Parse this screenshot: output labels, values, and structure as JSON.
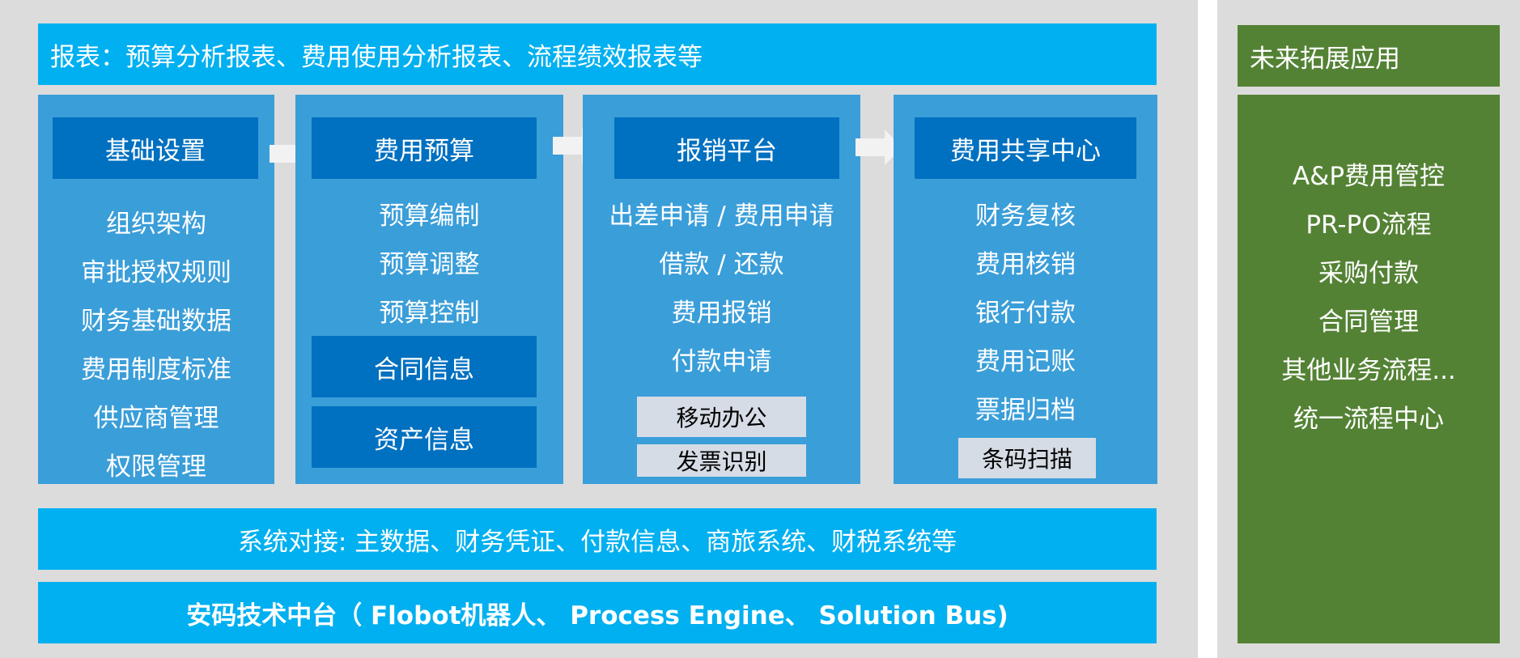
{
  "top_banner": "报表：预算分析报表、费用使用分析报表、流程绩效报表等",
  "columns": {
    "basic": {
      "header": "基础设置",
      "items": [
        "组织架构",
        "审批授权规则",
        "财务基础数据",
        "费用制度标准",
        "供应商管理",
        "权限管理"
      ]
    },
    "budget": {
      "header": "费用预算",
      "items": [
        "预算编制",
        "预算调整",
        "预算控制"
      ],
      "sub_boxes": [
        "合同信息",
        "资产信息"
      ]
    },
    "reimburse": {
      "header": "报销平台",
      "items": [
        "出差申请 / 费用申请",
        "借款 / 还款",
        "费用报销",
        "付款申请"
      ],
      "tags": [
        "移动办公",
        "发票识别"
      ]
    },
    "shared": {
      "header": "费用共享中心",
      "items": [
        "财务复核",
        "费用核销",
        "银行付款",
        "费用记账",
        "票据归档"
      ],
      "tags": [
        "条码扫描"
      ]
    }
  },
  "system_banner": "系统对接: 主数据、财务凭证、付款信息、商旅系统、财税系统等",
  "tech_banner": "安码技术中台（ Flobot机器人、 Process Engine、 Solution Bus)",
  "future": {
    "title": "未来拓展应用",
    "items": [
      "A&P费用管控",
      "PR-PO流程",
      "采购付款",
      "合同管理",
      "其他业务流程...",
      "统一流程中心"
    ]
  },
  "colors": {
    "cyan": "#00b0f0",
    "panel_blue": "#3a9ed9",
    "header_blue": "#0070c0",
    "tag_gray": "#d6dce5",
    "green": "#548235",
    "background": "#dcdcdc"
  }
}
